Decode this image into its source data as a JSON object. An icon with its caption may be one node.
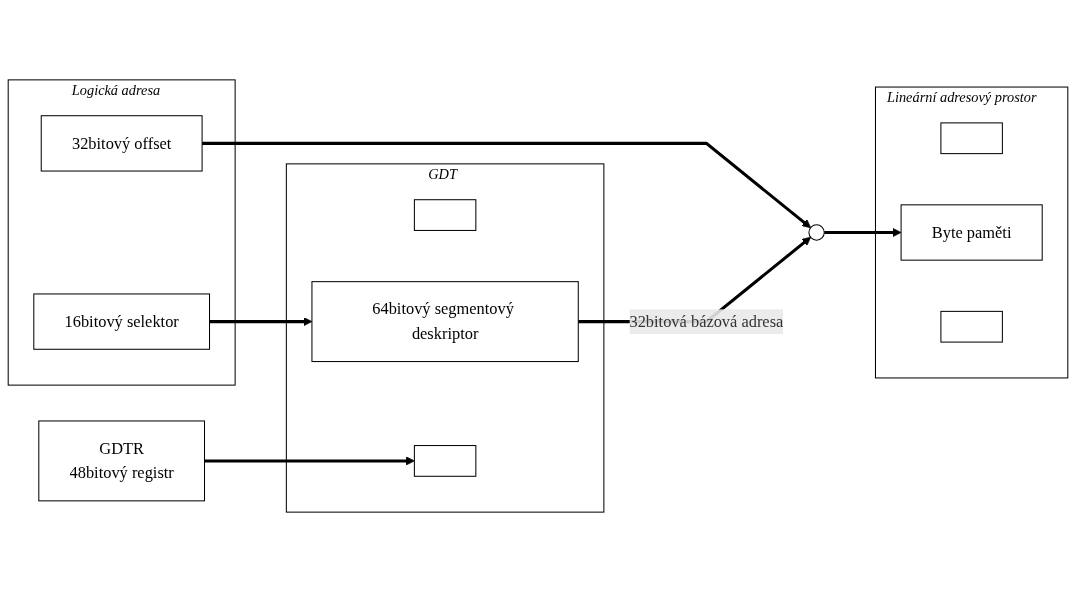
{
  "diagram": {
    "nodes": [
      {
        "text": [
          "Logická adresa"
        ]
      },
      {
        "text": [
          "32bitový offset"
        ],
        "in": 0
      },
      {
        "text": [
          "16bitový selektor"
        ],
        "in": 0
      },
      {
        "text": [
          "GDT"
        ]
      },
      {
        "text": [],
        "shape": "box",
        "in": 3
      },
      {
        "text": [
          "64bitový segmentový deskriptor"
        ],
        "in": 3
      },
      {
        "text": [],
        "shape": "box",
        "in": 3
      },
      {
        "text": [
          "GDTR",
          "48bitový registr"
        ]
      },
      {
        "text": [],
        "shape": "circle"
      },
      {
        "text": [
          "Lineární adresový prostor"
        ]
      },
      {
        "text": [],
        "shape": "box",
        "in": 9
      },
      {
        "text": [
          "Byte paměti"
        ],
        "in": 9
      },
      {
        "text": [],
        "shape": "box",
        "in": 9
      }
    ],
    "edges": [
      {
        "from": 1,
        "to": 8,
        "arrow": "to"
      },
      {
        "from": 2,
        "to": 5,
        "arrow": "to"
      },
      {
        "from": 7,
        "to": 6,
        "arrow": "to"
      },
      {
        "from": 5,
        "to": 8,
        "arrow": "to",
        "label": "32bitová bázová adresa"
      },
      {
        "from": 8,
        "to": 11,
        "arrow": "to"
      }
    ]
  }
}
